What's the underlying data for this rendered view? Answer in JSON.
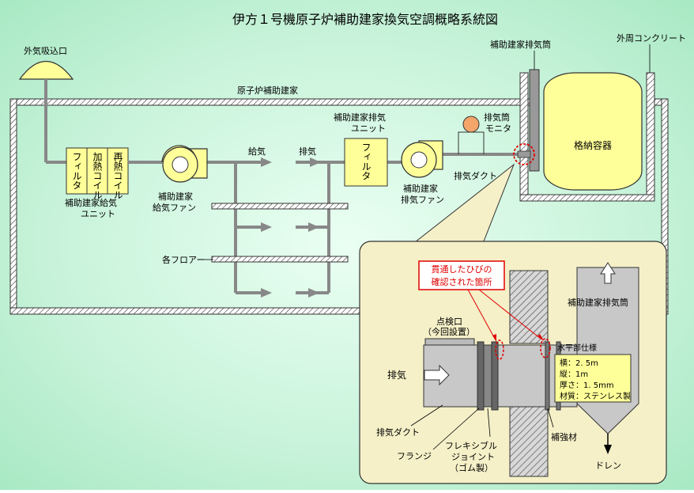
{
  "title": "伊方１号機原子炉補助建家換気空調概略系統図",
  "labels": {
    "outside_intake": "外気吸込口",
    "aux_building": "原子炉補助建家",
    "aux_stack_top": "補助建家排気筒",
    "outer_concrete": "外周コンクリート",
    "containment": "格納容器",
    "supply_unit": "補助建家給気ユニット",
    "supply_unit_l1": "補助建家給気",
    "supply_unit_l2": "ユニット",
    "filter_col1": "フィルタ",
    "heating_coil": "加熱コイル",
    "reheat_coil": "再熱コイル",
    "supply_fan_l1": "補助建家",
    "supply_fan_l2": "給気ファン",
    "supply_air": "給気",
    "exhaust_air": "排気",
    "exhaust_unit_l1": "補助建家排気",
    "exhaust_unit_l2": "ユニット",
    "exhaust_filter": "フィルタ",
    "exhaust_fan_l1": "補助建家",
    "exhaust_fan_l2": "排気ファン",
    "stack_monitor_l1": "排気筒",
    "stack_monitor_l2": "モニタ",
    "exhaust_duct_top": "排気ダクト",
    "each_floor": "各フロアー"
  },
  "detail": {
    "crack_note_l1": "貫通したひびの",
    "crack_note_l2": "確認された箇所",
    "inspection_l1": "点検口",
    "inspection_l2": "（今回設置）",
    "stack": "補助建家排気筒",
    "exhaust": "排気",
    "spec_title": "水平部仕様",
    "spec_lines": [
      "横：2. 5m",
      "縦：1m",
      "厚さ：1. 5mm",
      "材質：ステンレス製"
    ],
    "exhaust_duct": "排気ダクト",
    "flange": "フランジ",
    "flex_l1": "フレキシブル",
    "flex_l2": "ジョイント",
    "flex_l3": "（ゴム製）",
    "reinforcement": "補強材",
    "drain": "ドレン"
  },
  "colors": {
    "background": "#c9f5dc",
    "accent_yellow": "#ffff99",
    "duct_gray": "#999999",
    "monitor_orange": "#f4a56a",
    "panel_bg": "#f5f0c8",
    "crack_red": "#e00000"
  }
}
